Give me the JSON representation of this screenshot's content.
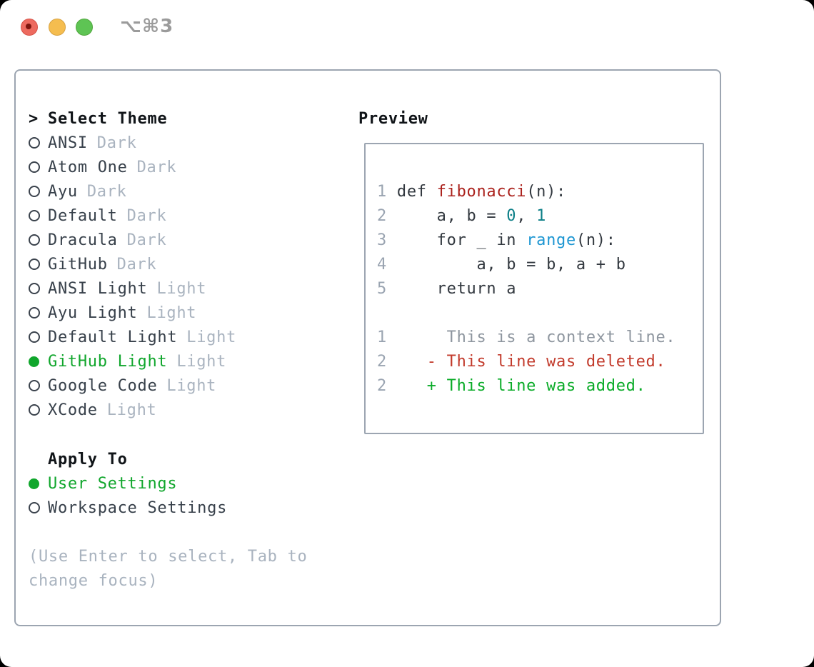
{
  "titlebar": {
    "title": "⌥⌘3"
  },
  "colors": {
    "ln": "#9aa4b1",
    "text": "#32383f",
    "func": "#ab221d",
    "num": "#0c7f87",
    "builtin": "#1d96d2",
    "ctx": "#8e969f",
    "del": "#c23a2b",
    "add": "#09ab27",
    "selected_green": "#10a62c",
    "tag_gray": "#a9b3bf",
    "border_gray": "#9ca5b1"
  },
  "theme_list": {
    "prompt": ">",
    "header": "Select Theme",
    "rows": [
      {
        "type": "header",
        "marker": "prompt",
        "name": "Select Theme"
      },
      {
        "type": "item",
        "marker": "circle",
        "name": "ANSI",
        "tag": "Dark",
        "selected": false
      },
      {
        "type": "item",
        "marker": "circle",
        "name": "Atom One",
        "tag": "Dark",
        "selected": false
      },
      {
        "type": "item",
        "marker": "circle",
        "name": "Ayu",
        "tag": "Dark",
        "selected": false
      },
      {
        "type": "item",
        "marker": "circle",
        "name": "Default",
        "tag": "Dark",
        "selected": false
      },
      {
        "type": "item",
        "marker": "circle",
        "name": "Dracula",
        "tag": "Dark",
        "selected": false
      },
      {
        "type": "item",
        "marker": "circle",
        "name": "GitHub",
        "tag": "Dark",
        "selected": false
      },
      {
        "type": "item",
        "marker": "circle",
        "name": "ANSI Light",
        "tag": "Light",
        "selected": false
      },
      {
        "type": "item",
        "marker": "circle",
        "name": "Ayu Light",
        "tag": "Light",
        "selected": false
      },
      {
        "type": "item",
        "marker": "circle",
        "name": "Default Light",
        "tag": "Light",
        "selected": false
      },
      {
        "type": "item",
        "marker": "dot",
        "name": "GitHub Light",
        "tag": "Light",
        "selected": true
      },
      {
        "type": "item",
        "marker": "circle",
        "name": "Google Code",
        "tag": "Light",
        "selected": false
      },
      {
        "type": "item",
        "marker": "circle",
        "name": "XCode",
        "tag": "Light",
        "selected": false
      }
    ]
  },
  "apply_to": {
    "header": "Apply To",
    "rows": [
      {
        "type": "header",
        "marker": "none",
        "name": "Apply To"
      },
      {
        "type": "item",
        "marker": "dot",
        "name": "User Settings",
        "selected": true
      },
      {
        "type": "item",
        "marker": "circle",
        "name": "Workspace Settings",
        "selected": false
      }
    ]
  },
  "help": {
    "lines": [
      "(Use Enter to select, Tab to",
      "change focus)"
    ]
  },
  "preview": {
    "header": "Preview",
    "lines": [
      {
        "segments": [
          [
            "1",
            "ln"
          ],
          [
            " def ",
            "text"
          ],
          [
            "fibonacci",
            "func"
          ],
          [
            "(n):",
            "text"
          ]
        ]
      },
      {
        "segments": [
          [
            "2",
            "ln"
          ],
          [
            "     a, b = ",
            "text"
          ],
          [
            "0",
            "num"
          ],
          [
            ", ",
            "text"
          ],
          [
            "1",
            "num"
          ]
        ]
      },
      {
        "segments": [
          [
            "3",
            "ln"
          ],
          [
            "     for _ in ",
            "text"
          ],
          [
            "range",
            "builtin"
          ],
          [
            "(n):",
            "text"
          ]
        ]
      },
      {
        "segments": [
          [
            "4",
            "ln"
          ],
          [
            "         a, b = b, a + b",
            "text"
          ]
        ]
      },
      {
        "segments": [
          [
            "5",
            "ln"
          ],
          [
            "     return a",
            "text"
          ]
        ]
      },
      {
        "segments": []
      },
      {
        "segments": [
          [
            "1",
            "ln"
          ],
          [
            "      This is a context line.",
            "ctx"
          ]
        ]
      },
      {
        "segments": [
          [
            "2",
            "ln"
          ],
          [
            "    - This line was deleted.",
            "del"
          ]
        ]
      },
      {
        "segments": [
          [
            "2",
            "ln"
          ],
          [
            "    + This line was added.",
            "add"
          ]
        ]
      }
    ]
  }
}
